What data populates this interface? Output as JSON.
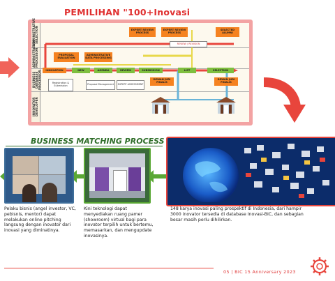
{
  "title": "PEMILIHAN \"100+Inovasi Indonesia\"",
  "diagram": {
    "lanes": [
      "INNOVATOR DEVELOPER",
      "BUSINESS DATABASE PROCESSOR",
      "ADMINISTRATIVE PROCESSOR",
      "ADMINISTRATIVE SELECTION"
    ],
    "stages": [
      "INNOVATION",
      "NEW",
      "AGENDA",
      "REVIEW",
      "SUBMISSION",
      "LIST",
      "SELECTION"
    ],
    "boxes": {
      "proposal": "PROPOSAL EVALUATION",
      "admin": "ADMINISTRATIVE DATA PROCESSING",
      "expert1": "EXPERT REVIEW PROCESS",
      "expert2": "EXPERT REVIEW PROCESS",
      "selected": "SELECTED ALUMNI",
      "review_note": "REVIEW / REVISION",
      "dewan1": "DEWAN JURI FINALIS",
      "dewan2": "DEWAN JURI FINALIS",
      "left_note": "Registration & Submission",
      "mid_note": "Proposal Management",
      "mid_note2": "EXPERT ASSESSMENT"
    }
  },
  "section_title": "BUSINESS MATCHING PROCESS",
  "captions": {
    "c1": "Pelaku bisnis (angel investor, VC, pebisnis, mentor) dapat melakukan online pitching langsung dengan inovator dari inovasi yang diminatinya.",
    "c2": "Kini teknologi dapat menyediakan ruang pamer (showroom) virtual bagi para inovator terpilih untuk bertemu, memasarkan, dan mengupdate inovasinya.",
    "c3": "148 karya inovasi paling prospektif di Indonesia, dari hampir 3000 inovator tersedia di database Inovasi-BIC, dan sebagian besar masih perlu dihilirkan."
  },
  "footer": "05 | BIC 15 Anniversary 2023",
  "colors": {
    "title_red": "#e03030",
    "frame_pink": "#f3a3a3",
    "arrow_red": "#e8453c",
    "green": "#2f6e2a",
    "orange": "#f58220"
  },
  "icons": [
    "chevron-right-icon",
    "curved-arrow-down-icon",
    "green-arrow-left-icon",
    "gear-icon",
    "globe-icon"
  ]
}
